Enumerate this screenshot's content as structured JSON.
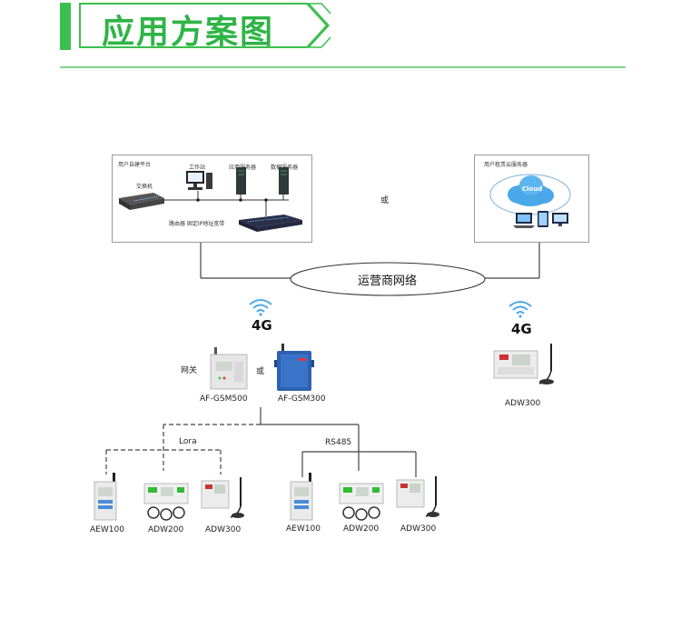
{
  "header": {
    "title": "应用方案图"
  },
  "diagram": {
    "local_box": {
      "title": "用户自建平台",
      "switch_label": "交换机",
      "workstation_label": "工作站",
      "app_server_label": "应用服务器",
      "db_server_label": "数据服务器",
      "router_label": "路由器 固定IP地址宽带"
    },
    "or_top": "或",
    "cloud_box": {
      "title": "用户租赁云服务器",
      "cloud_text": "Cloud"
    },
    "network": {
      "label": "运营商网络"
    },
    "left_4g": "4G",
    "right_4g": "4G",
    "gateway": {
      "label": "网关",
      "or": "或",
      "device1": "AF-GSM500",
      "device2": "AF-GSM300"
    },
    "right_device": "ADW300",
    "lora_label": "Lora",
    "rs485_label": "RS485",
    "left_meters": [
      "AEW100",
      "ADW200",
      "ADW300"
    ],
    "right_meters": [
      "AEW100",
      "ADW200",
      "ADW300"
    ]
  }
}
